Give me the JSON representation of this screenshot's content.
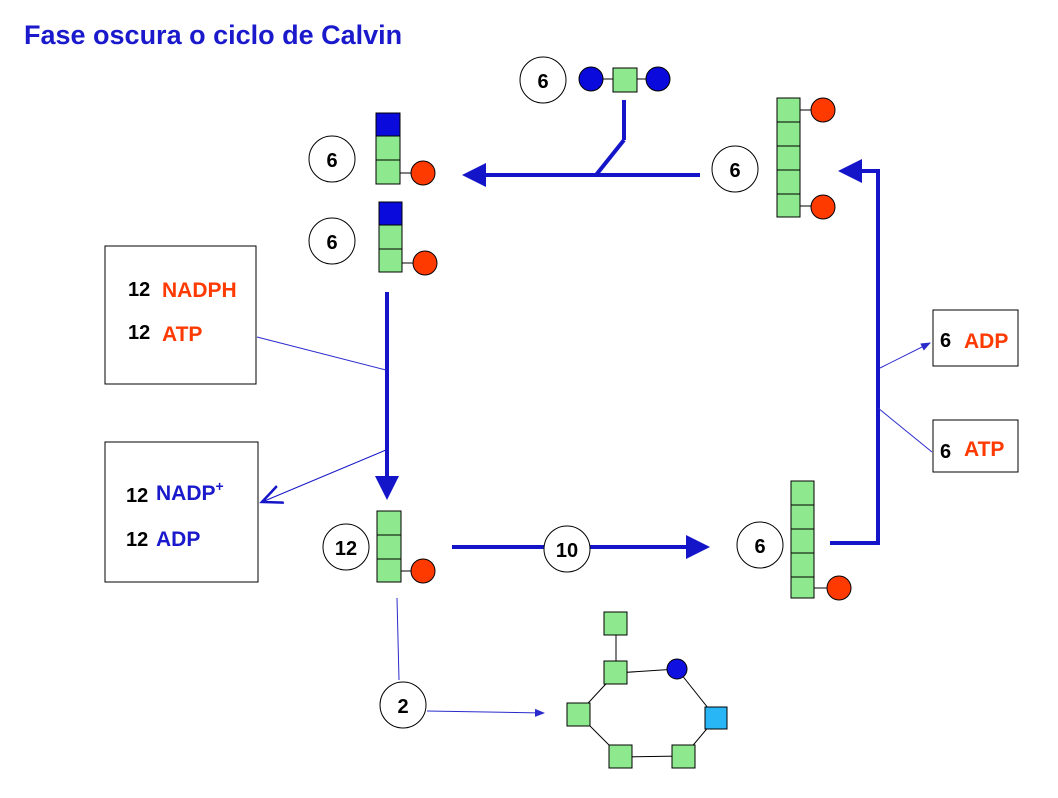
{
  "title": "Fase oscura o ciclo de Calvin",
  "colors": {
    "arrow": "#1414c8",
    "thin_line": "#2a2acc",
    "carbon_green": "#8ee88e",
    "phosphate_red": "#ff3a00",
    "carbon_dark_blue": "#0a0adc",
    "ring_blue_circle": "#1010e0",
    "ring_cyan_square": "#29b6f6",
    "text_red": "#ff3a00",
    "text_blue": "#1a1acc",
    "stroke_black": "#000000"
  },
  "counts": {
    "co2_in": "6",
    "rubp_top_right": "6",
    "pga_upper": "6",
    "pga_lower": "6",
    "g3p_total": "12",
    "recycled": "10",
    "rubp_precursor": "6",
    "exported": "2"
  },
  "consumed_box": {
    "items": [
      {
        "count": "12",
        "label": "NADPH"
      },
      {
        "count": "12",
        "label": "ATP"
      }
    ]
  },
  "produced_box": {
    "nadp_count": "12",
    "nadp_label": "NADP",
    "nadp_sup": "+",
    "adp_count": "12",
    "adp_label": "ADP"
  },
  "adp_box": {
    "count": "6",
    "label": "ADP"
  },
  "atp_box": {
    "count": "6",
    "label": "ATP"
  }
}
